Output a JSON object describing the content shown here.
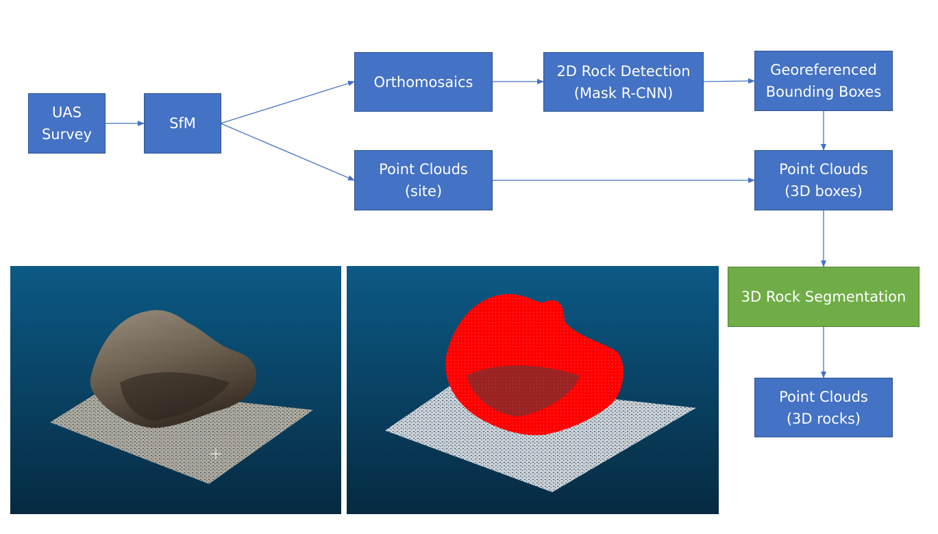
{
  "diagram": {
    "nodes": {
      "uas_survey": {
        "lines": [
          "UAS",
          "Survey"
        ]
      },
      "sfm": {
        "lines": [
          "SfM"
        ]
      },
      "orthomosaics": {
        "lines": [
          "Orthomosaics"
        ]
      },
      "rock_detection": {
        "lines": [
          "2D Rock Detection",
          "(Mask R-CNN)"
        ]
      },
      "bounding_boxes": {
        "lines": [
          "Georeferenced",
          "Bounding Boxes"
        ]
      },
      "pc_site": {
        "lines": [
          "Point Clouds",
          "(site)"
        ]
      },
      "pc_boxes": {
        "lines": [
          "Point Clouds",
          "(3D boxes)"
        ]
      },
      "segmentation": {
        "lines": [
          "3D Rock Segmentation"
        ]
      },
      "pc_rocks": {
        "lines": [
          "Point Clouds",
          "(3D rocks)"
        ]
      }
    },
    "edges": [
      [
        "uas_survey",
        "sfm"
      ],
      [
        "sfm",
        "orthomosaics"
      ],
      [
        "sfm",
        "pc_site"
      ],
      [
        "orthomosaics",
        "rock_detection"
      ],
      [
        "rock_detection",
        "bounding_boxes"
      ],
      [
        "bounding_boxes",
        "pc_boxes"
      ],
      [
        "pc_site",
        "pc_boxes"
      ],
      [
        "pc_boxes",
        "segmentation"
      ],
      [
        "segmentation",
        "pc_rocks"
      ]
    ]
  },
  "colors": {
    "node_blue": "#4472c4",
    "node_green": "#70ad47",
    "arrow": "#4472c4",
    "render_bg_top": "#0c5a86",
    "render_bg_bottom": "#062a41",
    "segmented_rock": "#ff0000"
  },
  "panels": {
    "left": {
      "content": "point-cloud-rock-render"
    },
    "right": {
      "content": "segmented-point-cloud-rock-render"
    }
  }
}
